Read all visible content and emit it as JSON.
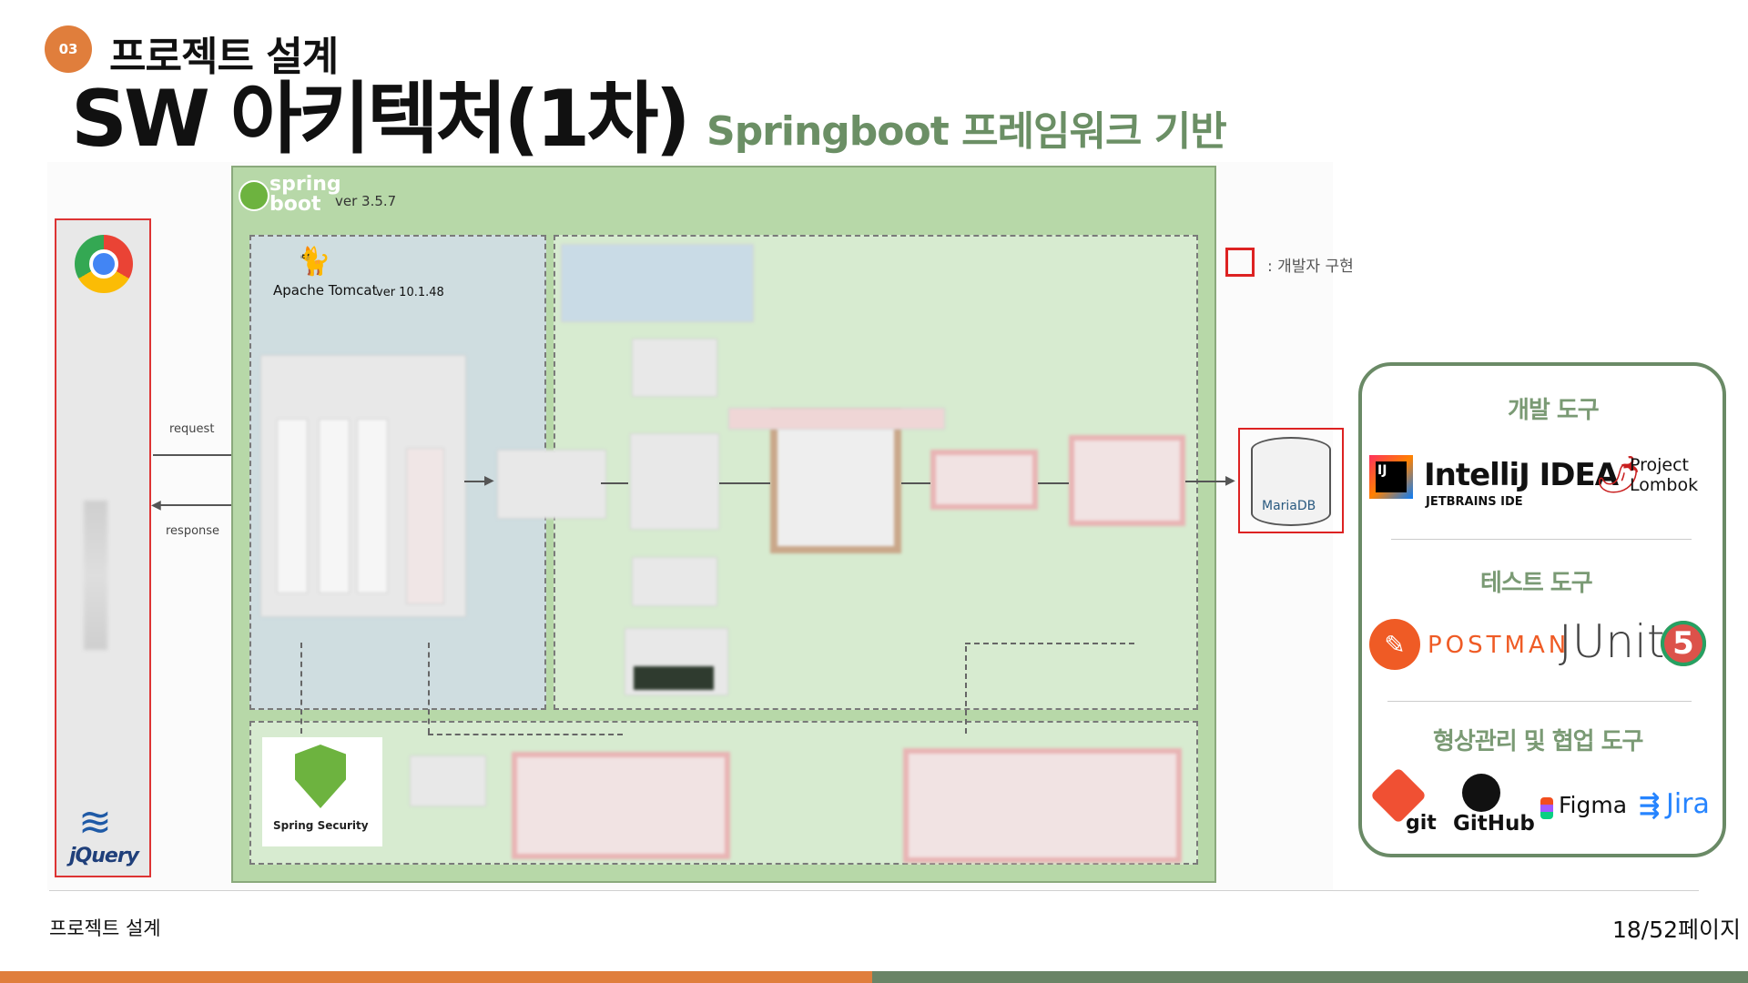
{
  "header": {
    "section_no": "03",
    "section_title": "프로젝트 설계",
    "main_title": "SW 아키텍처(1차)",
    "subtitle": "Springboot 프레임워크 기반"
  },
  "diagram": {
    "springboot": {
      "logo_line1": "spring",
      "logo_line2": "boot",
      "version": "ver 3.5.7"
    },
    "tomcat": {
      "name": "Apache Tomcat",
      "version": "ver 10.1.48"
    },
    "arrows": {
      "request": "request",
      "response": "response"
    },
    "security": {
      "label": "Spring Security"
    },
    "legend": {
      "text": ": 개발자 구현"
    },
    "database": {
      "label": "MariaDB"
    },
    "client": {
      "top_icon": "chrome-icon",
      "bottom_label": "jQuery"
    }
  },
  "tools": {
    "dev": {
      "heading": "개발 도구",
      "intellij_name": "IntelliJ IDEA",
      "intellij_sub": "JETBRAINS IDE",
      "lombok_line1": "Project",
      "lombok_line2": "Lombok"
    },
    "test": {
      "heading": "테스트 도구",
      "postman": "POSTMAN",
      "junit": "JUnit",
      "junit_version": "5"
    },
    "collab": {
      "heading": "형상관리 및 협업 도구",
      "git": "git",
      "github": "GitHub",
      "figma": "Figma",
      "jira": "Jira"
    }
  },
  "footer": {
    "left": "프로젝트 설계",
    "page": "18/52페이지"
  },
  "colors": {
    "accent_orange": "#e07e3c",
    "accent_green": "#6a8466",
    "spring_green": "#b7d8a8"
  }
}
